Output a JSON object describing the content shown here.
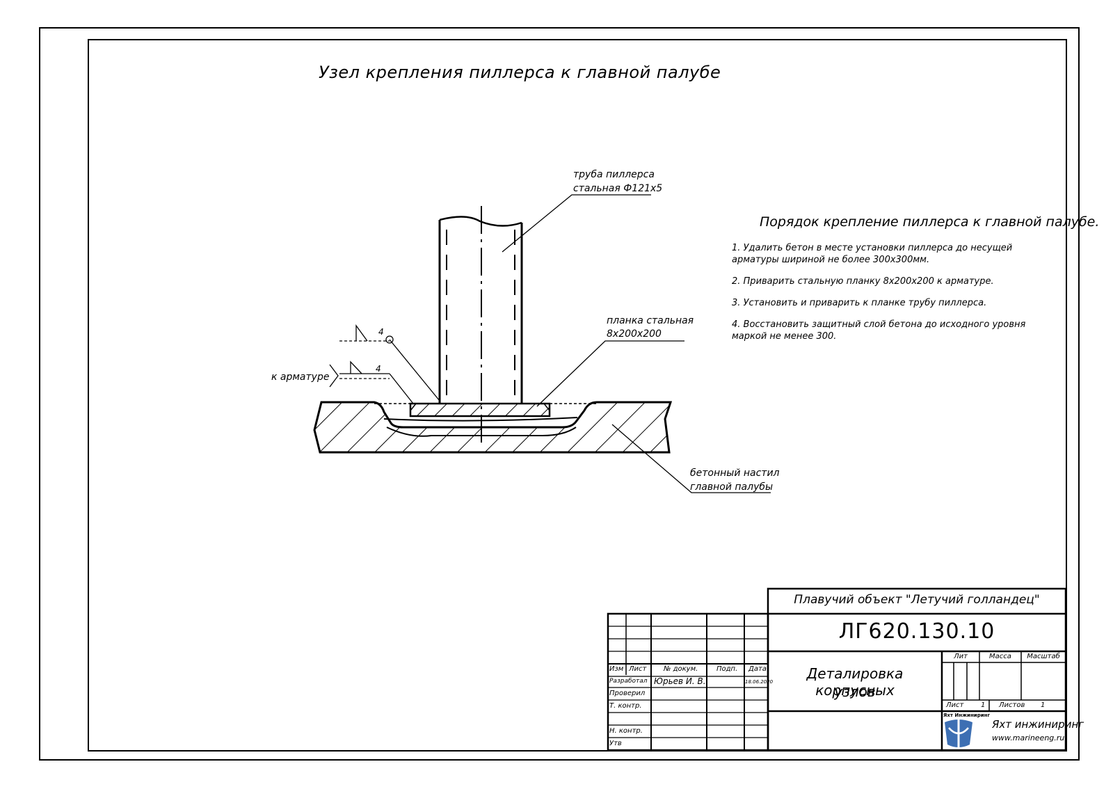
{
  "drawing": {
    "title": "Узел крепления пиллерса к главной палубе",
    "callouts": {
      "pipe_line1": "труба пиллерса",
      "pipe_line2": "стальная Ф121х5",
      "plate_line1": "планка стальная",
      "plate_line2": "8х200х200",
      "rebar": "к арматуре",
      "deck_line1": "бетонный настил",
      "deck_line2": "главной палубы",
      "weld1": "4",
      "weld2": "4"
    }
  },
  "notes": {
    "heading": "Порядок крепление пиллерса к главной палубе.",
    "items": [
      "1. Удалить бетон в месте установки пиллерса до несущей арматуры шириной не более 300х300мм.",
      "2. Приварить стальную планку 8х200х200 к арматуре.",
      "3. Установить и приварить к планке трубу пиллерса.",
      "4. Восстановить защитный слой бетона до исходного уровня маркой не менее 300."
    ]
  },
  "title_block": {
    "object_name": "Плавучий объект \"Летучий голландец\"",
    "doc_number": "ЛГ620.130.10",
    "doc_title_line1": "Деталировка корпусных",
    "doc_title_line2": "узлов",
    "headers": {
      "izm": "Изм",
      "list": "Лист",
      "doc": "№ докум.",
      "sign": "Подп.",
      "date": "Дата"
    },
    "rows": {
      "developed": "Разработал",
      "developer_name": "Юрьев И. В.",
      "developed_date": "18.06.2020",
      "checked": "Проверил",
      "tcontrol": "Т. контр.",
      "ncontrol": "Н. контр.",
      "approved": "Утв"
    },
    "lit": "Лит",
    "mass": "Масса",
    "scale": "Масштаб",
    "sheet_label": "Лист",
    "sheet_value": "1",
    "sheets_label": "Листов",
    "sheets_value": "1",
    "logo_caption": "Яхт Инжиниринг",
    "company": "Яхт инжиниринг",
    "website": "www.marineeng.ru"
  },
  "colors": {
    "logo_blue": "#3d6fb3",
    "line": "#000000"
  }
}
